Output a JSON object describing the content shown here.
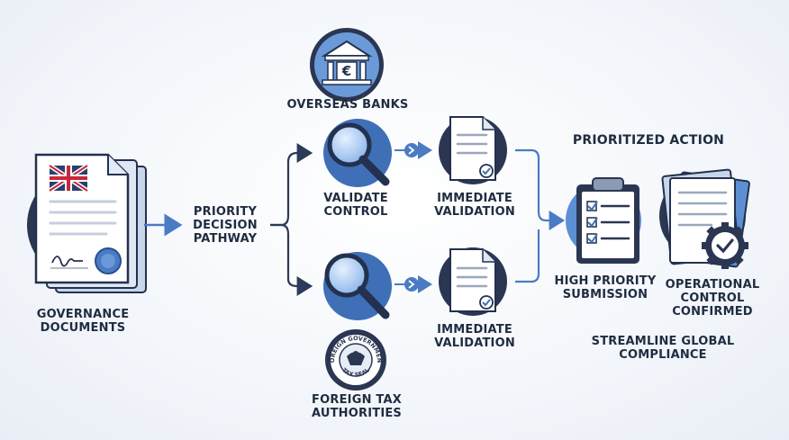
{
  "labels": {
    "governance_documents": [
      "GOVERNANCE",
      "DOCUMENTS"
    ],
    "priority_decision_pathway": [
      "PRIORITY",
      "DECISION",
      "PATHWAY"
    ],
    "overseas_banks": "OVERSEAS BANKS",
    "validate_control": [
      "VALIDATE",
      "CONTROL"
    ],
    "immediate_validation_top": [
      "IMMEDIATE",
      "VALIDATION"
    ],
    "immediate_validation_bottom": [
      "IMMEDIATE",
      "VALIDATION"
    ],
    "foreign_tax_authorities": [
      "FOREIGN TAX",
      "AUTHORITIES"
    ],
    "prioritized_action": "PRIORITIZED ACTION",
    "high_priority_submission": [
      "HIGH PRIORITY",
      "SUBMISSION"
    ],
    "operational_control_confirmed": [
      "OPERATIONAL",
      "CONTROL",
      "CONFIRMED"
    ],
    "streamline_global_compliance": [
      "STREAMLINE GLOBAL",
      "COMPLIANCE"
    ]
  },
  "seal_text": {
    "top": "FOREIGN GOVERNMENT",
    "bottom": "TAX SEAL"
  },
  "icons": [
    "uk-flag-document-icon",
    "bank-euro-icon",
    "magnifier-icon",
    "document-check-icon",
    "clipboard-checklist-icon",
    "gear-check-icon",
    "tax-seal-icon"
  ],
  "colors": {
    "navy": "#23314f",
    "blue": "#3f6fb7",
    "light_blue": "#a9c6ea",
    "circle_blue": "#5d8fd3",
    "text": "#1f2c40"
  }
}
